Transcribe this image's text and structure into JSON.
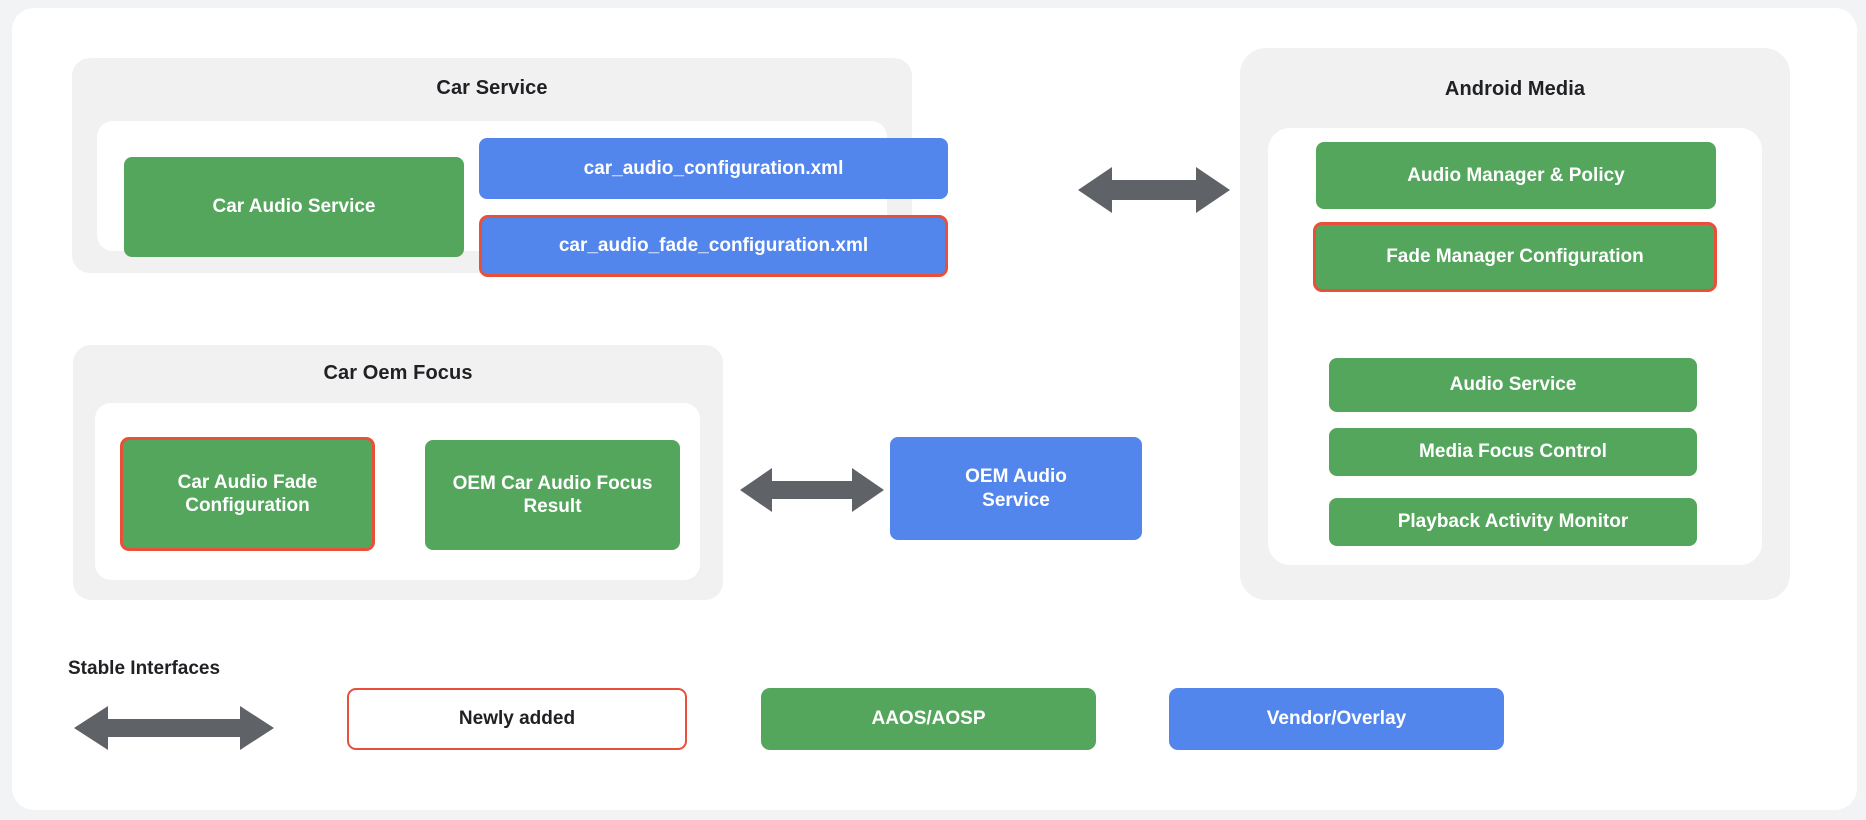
{
  "diagram": {
    "panels": {
      "car_service": {
        "title": "Car Service",
        "nodes": {
          "car_audio_service": "Car Audio Service",
          "car_audio_configuration_xml": "car_audio_configuration.xml",
          "car_audio_fade_configuration_xml": "car_audio_fade_configuration.xml"
        }
      },
      "car_oem_focus": {
        "title": "Car Oem Focus",
        "nodes": {
          "car_audio_fade_configuration": "Car Audio Fade Configuration",
          "oem_car_audio_focus_result": "OEM Car Audio Focus Result"
        }
      },
      "android_media": {
        "title": "Android Media",
        "nodes": {
          "audio_manager_policy": "Audio Manager & Policy",
          "fade_manager_configuration": "Fade Manager Configuration",
          "audio_service": "Audio Service",
          "media_focus_control": "Media Focus Control",
          "playback_activity_monitor": "Playback Activity Monitor"
        }
      }
    },
    "standalone": {
      "oem_audio_service": "OEM Audio\nService"
    },
    "legend": {
      "stable_interfaces_label": "Stable Interfaces",
      "newly_added": "Newly added",
      "aaos_aosp": "AAOS/AOSP",
      "vendor_overlay": "Vendor/Overlay"
    },
    "colors": {
      "green_aaos": "#53a65c",
      "blue_vendor": "#5386ec",
      "red_newly_added": "#e8503a",
      "arrow_gray": "#5f6368",
      "panel_gray": "#f1f1f1",
      "page_background": "#f1f3f4",
      "card_white": "#ffffff",
      "text_dark": "#202124"
    }
  }
}
